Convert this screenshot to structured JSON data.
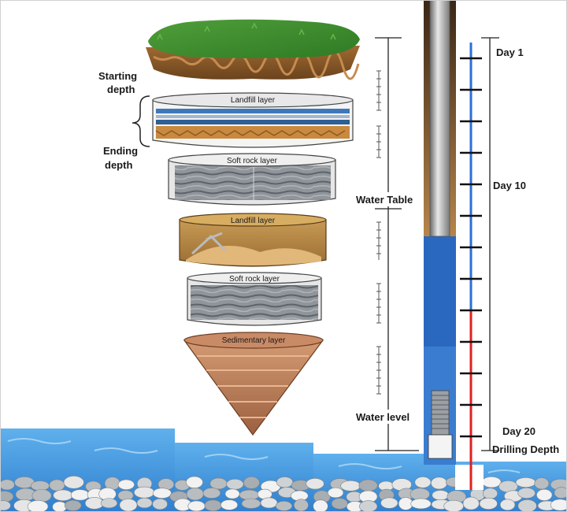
{
  "labels": {
    "starting_depth_1": "Starting",
    "starting_depth_2": "depth",
    "ending_depth_1": "Ending",
    "ending_depth_2": "depth",
    "water_table": "Water Table",
    "water_level": "Water level",
    "drilling_depth": "Drilling Depth"
  },
  "layers": [
    {
      "name": "Landfill layer"
    },
    {
      "name": "Soft rock layer"
    },
    {
      "name": "Landfill layer"
    },
    {
      "name": "Soft rock layer"
    },
    {
      "name": "Sedimentary layer"
    }
  ],
  "scale": {
    "day_labels": [
      "Day 1",
      "Day 10",
      "Day 20"
    ],
    "tick_count": 13,
    "blue_segment_ticks": 9,
    "red_segment_ticks": 4
  },
  "colors": {
    "water": "#3f8fd8",
    "casing_blue": "#1f5fb8",
    "scale_blue": "#2a6fd8",
    "scale_red": "#e02020",
    "grass": "#3f8c2e",
    "soil": "#8a5a2b",
    "landfill": "#b98c4a",
    "rock": "#8a8f94",
    "sediment": "#b77d5a"
  }
}
